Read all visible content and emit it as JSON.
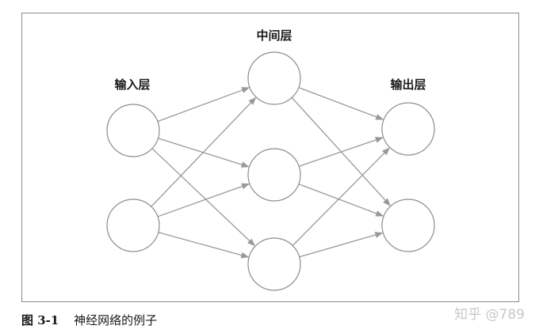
{
  "layers": {
    "input_label": "输入层",
    "hidden_label": "中间层",
    "output_label": "输出层"
  },
  "nodes": {
    "input": 2,
    "hidden": 3,
    "output": 2
  },
  "caption": {
    "figure_number": "图 3-1",
    "text": "神经网络的例子"
  },
  "watermark": "知乎 @789",
  "colors": {
    "node_stroke": "#8c8c8c",
    "edge_stroke": "#999999",
    "frame": "#8a8a8a",
    "label_text": "#1a1a1a",
    "watermark": "#c8c8c8"
  }
}
